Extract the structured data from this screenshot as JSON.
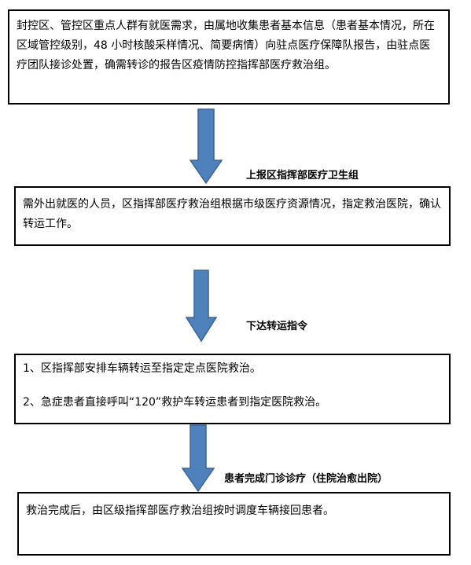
{
  "steps": [
    {
      "text": "封控区、管控区重点人群有就医需求，由属地收集患者基本信息（患者基本情况，所在区域管控级别，48 小时核酸采样情况、简要病情）向驻点医疗保障队报告，由驻点医疗团队接诊处置，确需转诊的报告区疫情防控指挥部医疗救治组。"
    },
    {
      "text": "需外出就医的人员，区指挥部医疗救治组根据市级医疗资源情况，指定救治医院，确认转运工作。"
    },
    {
      "lines": [
        "1、区指挥部安排车辆转运至指定定点医院救治。",
        "2、急症患者直接呼叫“120”救护车转运患者到指定医院救治。"
      ]
    },
    {
      "text": "救治完成后，由区级指挥部医疗救治组按时调度车辆接回患者。"
    }
  ],
  "arrows": [
    {
      "label": "上报区指挥部医疗卫生组"
    },
    {
      "label": "下达转运指令"
    },
    {
      "label": "患者完成门诊诊疗（住院治愈出院）"
    }
  ],
  "colors": {
    "arrow_fill": "#4F81BD",
    "arrow_stroke": "#3A6595",
    "box_border": "#000000"
  }
}
